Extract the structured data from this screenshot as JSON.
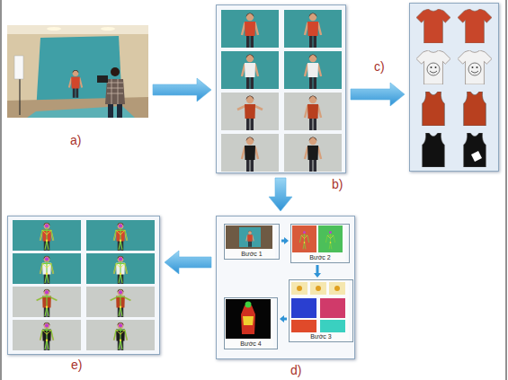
{
  "diagram": {
    "nodes": [
      {
        "text": [
          "a)"
        ]
      },
      {
        "text": [
          "b)"
        ]
      },
      {
        "text": [
          "c)"
        ]
      },
      {
        "text": [
          "e)"
        ]
      },
      {
        "text": [
          "d)"
        ]
      },
      {
        "text": [
          "Bước 1"
        ],
        "in": 4
      },
      {
        "text": [
          "Bước 2"
        ],
        "in": 4
      },
      {
        "text": [
          "Bước 3"
        ],
        "in": 4
      },
      {
        "text": [
          "Bước 4"
        ],
        "in": 4
      }
    ],
    "edges": [
      {
        "from": 0,
        "to": 1,
        "arrow": "to"
      },
      {
        "from": 1,
        "to": 2,
        "arrow": "to"
      },
      {
        "from": 1,
        "to": 4,
        "arrow": "to"
      },
      {
        "from": 4,
        "to": 3,
        "arrow": "to"
      },
      {
        "from": 5,
        "to": 6,
        "arrow": "to"
      },
      {
        "from": 6,
        "to": 7,
        "arrow": "to"
      },
      {
        "from": 7,
        "to": 8,
        "arrow": "to"
      }
    ]
  }
}
